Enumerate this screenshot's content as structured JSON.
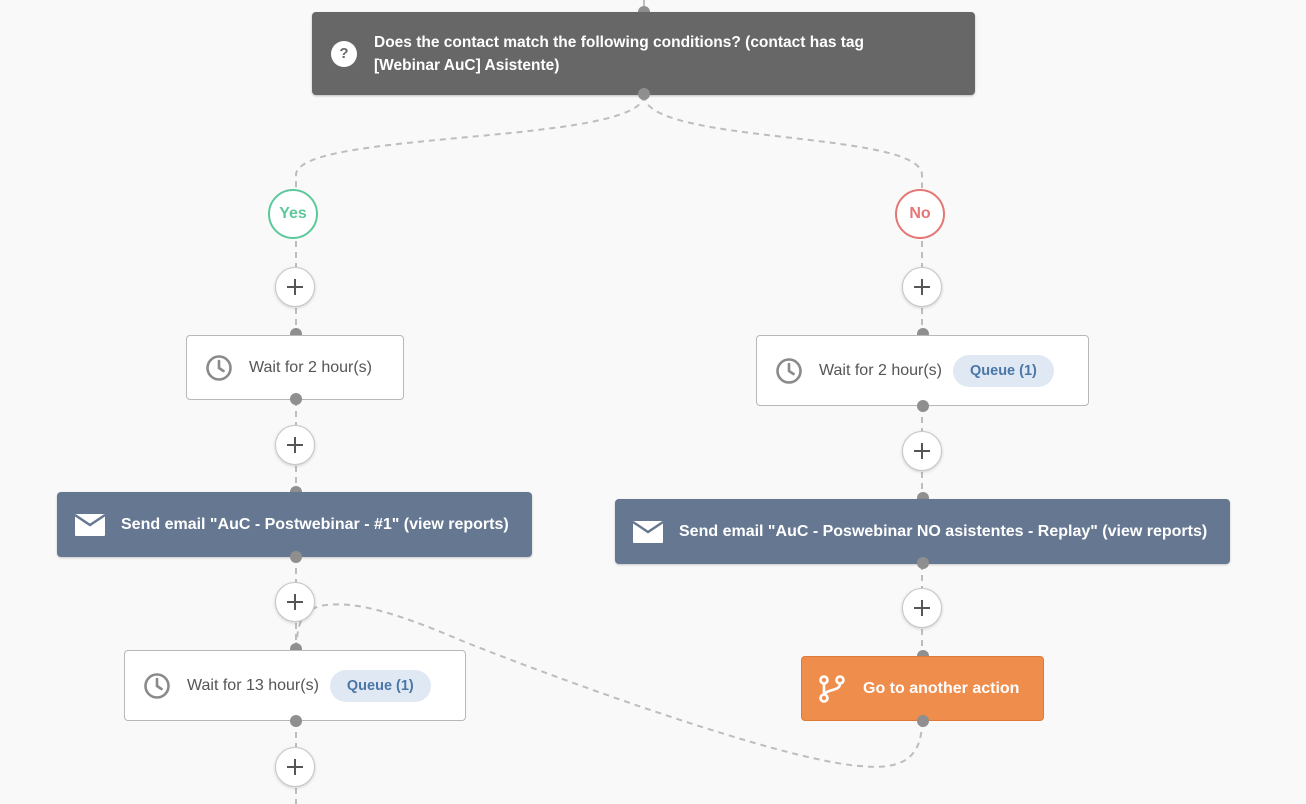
{
  "condition": {
    "icon": "question-icon",
    "icon_glyph": "?",
    "text_line1": "Does the contact match the following conditions? (contact has tag",
    "text_line2": "[Webinar AuC] Asistente)"
  },
  "branches": {
    "yes_label": "Yes",
    "no_label": "No",
    "yes_color": "#5cc99b",
    "no_color": "#e47676"
  },
  "yes_branch": {
    "wait_1": {
      "icon": "clock-icon",
      "text": "Wait for 2 hour(s)"
    },
    "email_1": {
      "icon": "envelope-icon",
      "text": "Send email \"AuC - Postwebinar - #1\" (view reports)"
    },
    "wait_2": {
      "icon": "clock-icon",
      "text": "Wait for 13 hour(s)",
      "queue": "Queue (1)"
    }
  },
  "no_branch": {
    "wait_1": {
      "icon": "clock-icon",
      "text": "Wait for 2 hour(s)",
      "queue": "Queue (1)"
    },
    "email_1": {
      "icon": "envelope-icon",
      "text": "Send email \"AuC - Poswebinar NO asistentes - Replay\" (view reports)"
    },
    "goto": {
      "icon": "branch-icon",
      "text": "Go to another action"
    }
  },
  "colors": {
    "condition_bg": "#676767",
    "email_bg": "#667891",
    "goto_bg": "#ef8d4c",
    "queue_bg": "#e0e9f3",
    "queue_text": "#4a76a8"
  }
}
